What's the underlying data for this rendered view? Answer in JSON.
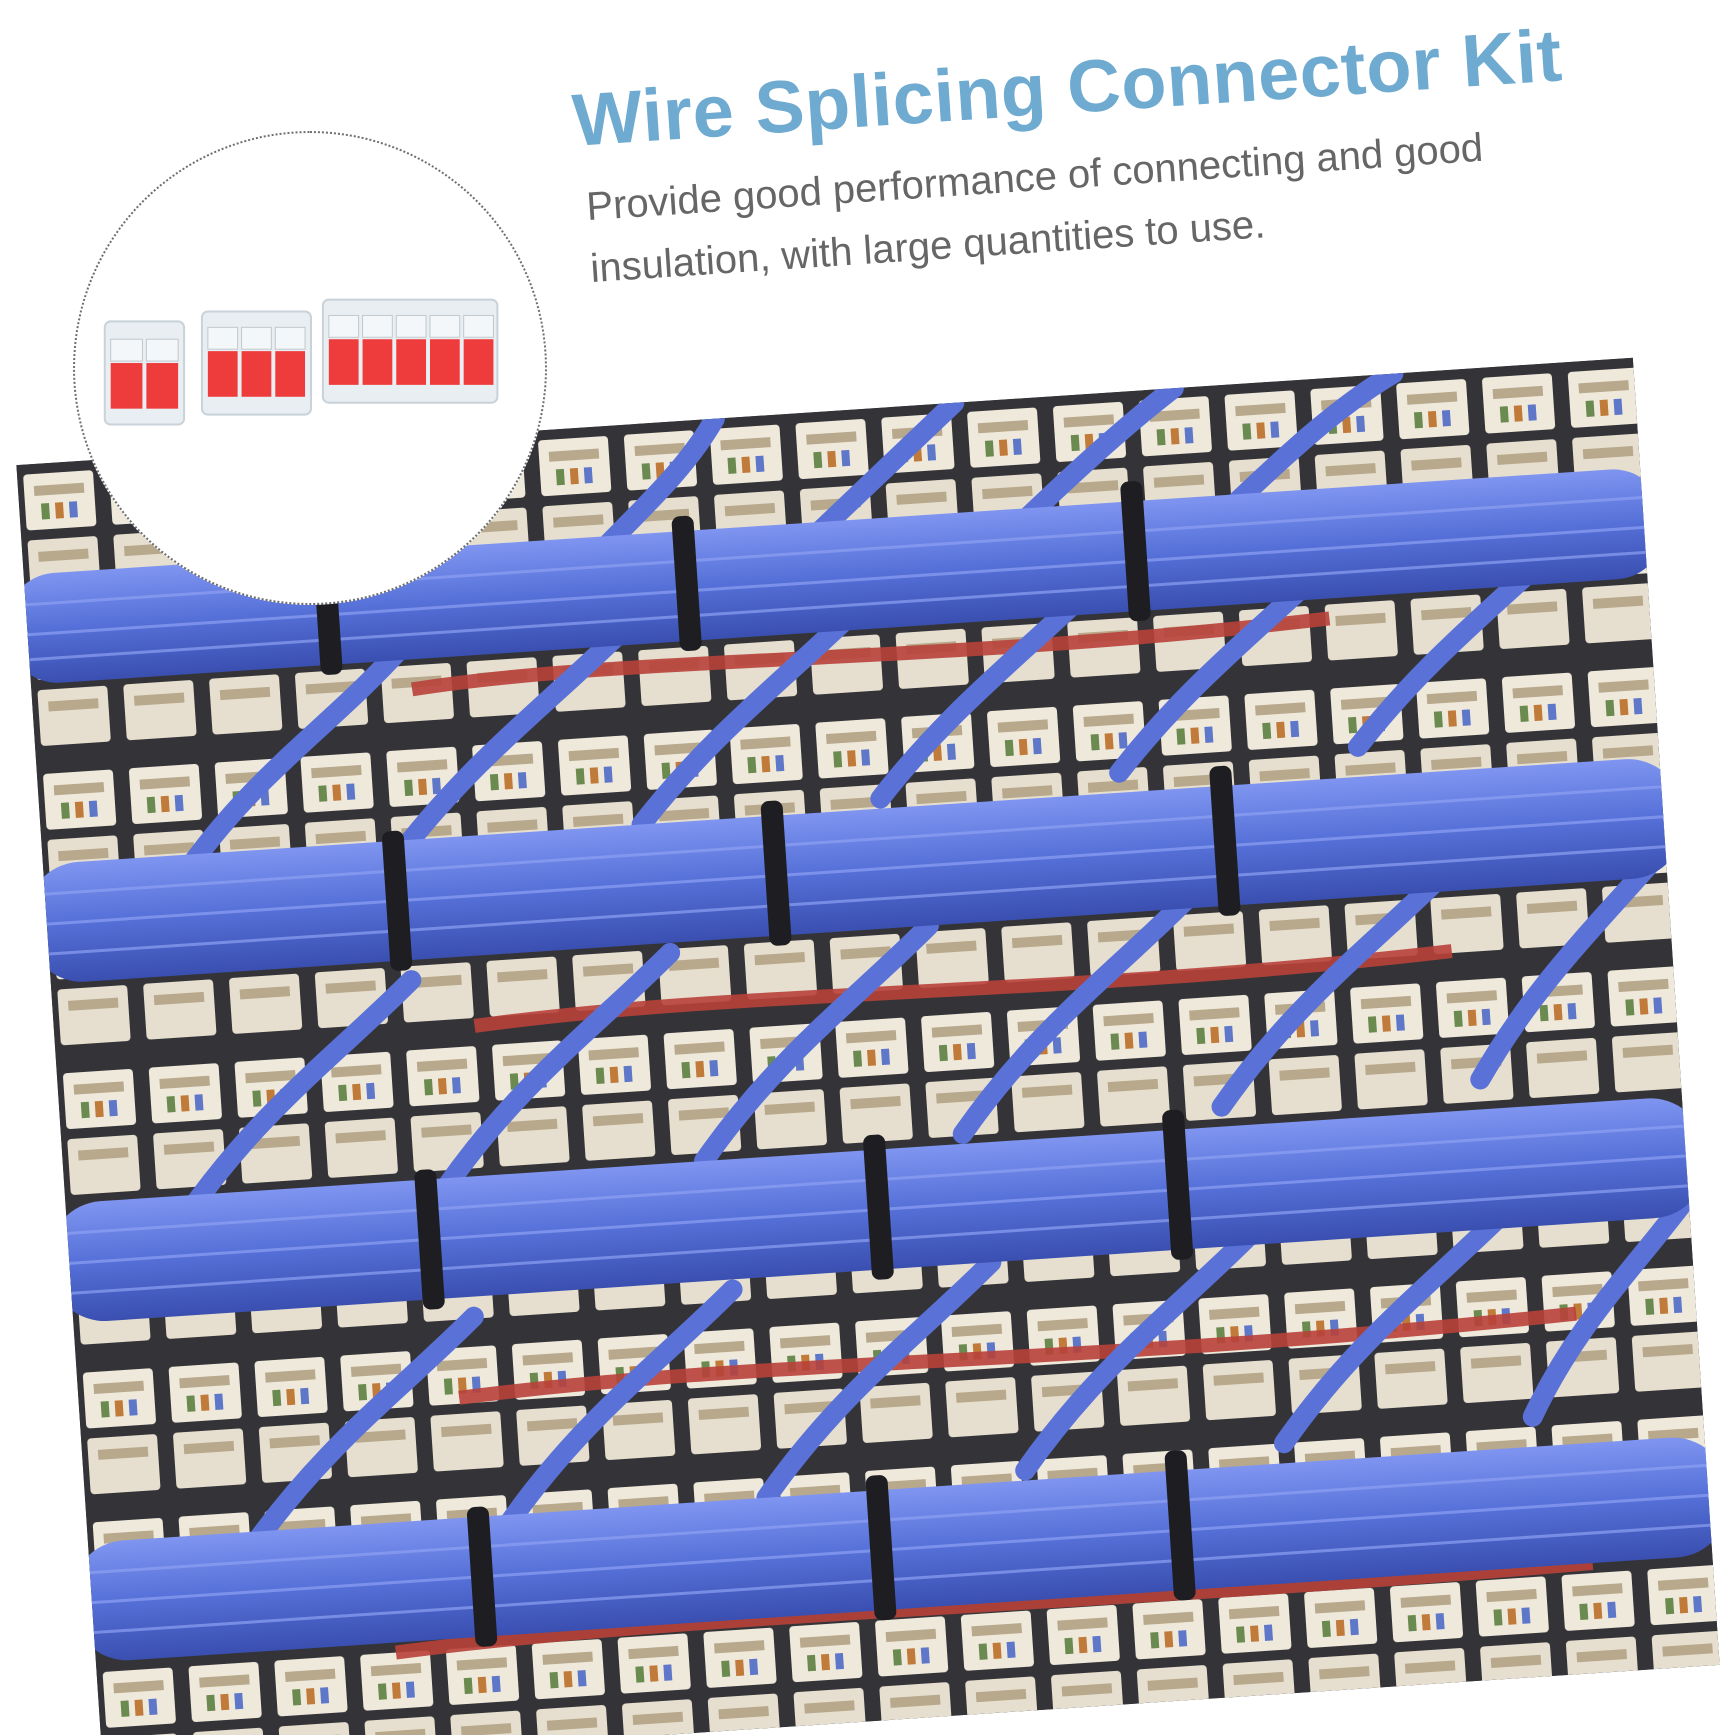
{
  "headline": {
    "title": "Wire Splicing Connector Kit",
    "subtitle": "Provide good performance of connecting and good insulation, with large quantities to use."
  },
  "colors": {
    "title": "#6faad0",
    "subtitle": "#666666",
    "cable_blue": "#5570d8",
    "connector_red": "#ee3b3b",
    "panel_dark": "#2b2b2e"
  },
  "inset": {
    "connector_slots": [
      2,
      3,
      5
    ]
  }
}
